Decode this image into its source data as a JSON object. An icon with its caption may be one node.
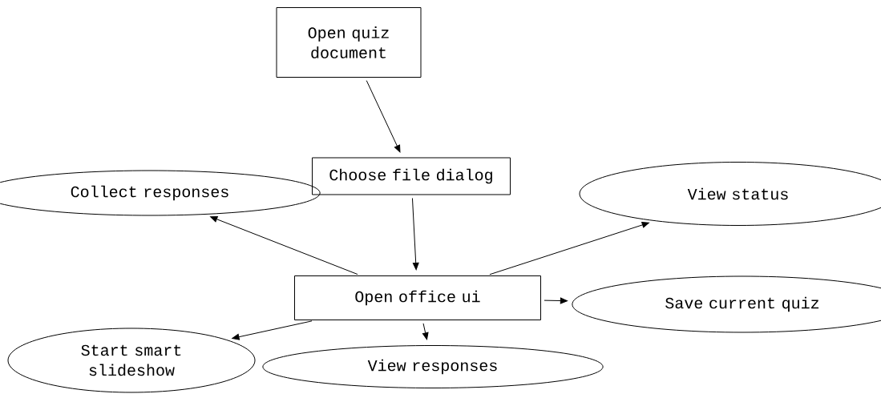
{
  "diagram": {
    "nodes": [
      {
        "text": [
          "Open quiz document"
        ]
      },
      {
        "text": [
          "Choose file dialog"
        ]
      },
      {
        "text": [
          "Collect responses"
        ]
      },
      {
        "text": [
          "View status"
        ]
      },
      {
        "text": [
          "Open office ui"
        ]
      },
      {
        "text": [
          "Save current quiz"
        ]
      },
      {
        "text": [
          "Start smart slideshow"
        ]
      },
      {
        "text": [
          "View responses"
        ]
      }
    ],
    "edges": [
      {
        "from": 0,
        "to": 1,
        "arrow": "to"
      },
      {
        "from": 1,
        "to": 4,
        "arrow": "to"
      },
      {
        "from": 4,
        "to": 2,
        "arrow": "to"
      },
      {
        "from": 4,
        "to": 3,
        "arrow": "to"
      },
      {
        "from": 4,
        "to": 5,
        "arrow": "to"
      },
      {
        "from": 4,
        "to": 6,
        "arrow": "to"
      },
      {
        "from": 4,
        "to": 7,
        "arrow": "to"
      }
    ]
  }
}
